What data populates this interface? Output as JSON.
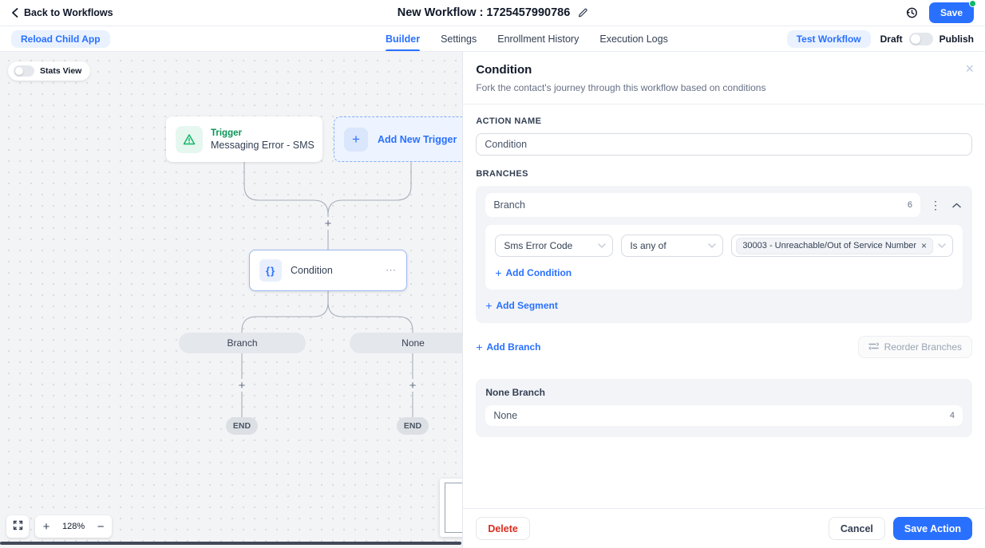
{
  "header": {
    "back_label": "Back to Workflows",
    "title": "New Workflow : 1725457990786",
    "save_label": "Save"
  },
  "toolbar": {
    "reload_label": "Reload Child App",
    "tabs": [
      {
        "label": "Builder",
        "active": true
      },
      {
        "label": "Settings",
        "active": false
      },
      {
        "label": "Enrollment History",
        "active": false
      },
      {
        "label": "Execution Logs",
        "active": false
      }
    ],
    "test_workflow_label": "Test Workflow",
    "draft_label": "Draft",
    "publish_label": "Publish"
  },
  "canvas": {
    "stats_view_label": "Stats View",
    "trigger": {
      "title": "Trigger",
      "subtitle": "Messaging Error - SMS"
    },
    "add_new_trigger_label": "Add New Trigger",
    "condition_node_label": "Condition",
    "branch_pill_label": "Branch",
    "none_pill_label": "None",
    "end_label": "END",
    "zoom_level": "128%"
  },
  "panel": {
    "title": "Condition",
    "subtitle": "Fork the contact's journey through this workflow based on conditions",
    "action_name_label": "ACTION NAME",
    "action_name_value": "Condition",
    "branches_label": "BRANCHES",
    "branch": {
      "name_value": "Branch",
      "char_count": "6",
      "condition": {
        "field": "Sms Error Code",
        "operator": "Is any of",
        "value_tag": "30003 - Unreachable/Out of Service Number"
      },
      "add_condition_label": "Add Condition",
      "add_segment_label": "Add Segment"
    },
    "add_branch_label": "Add Branch",
    "reorder_branches_label": "Reorder Branches",
    "none_branch": {
      "label": "None Branch",
      "value": "None",
      "char_count": "4"
    },
    "footer": {
      "delete_label": "Delete",
      "cancel_label": "Cancel",
      "save_label": "Save Action"
    }
  },
  "icons": {
    "plus": "+",
    "minus": "−",
    "close": "×",
    "kebab": "⋮",
    "ellipsis": "⋯",
    "braces": "{}"
  },
  "colors": {
    "primary_blue": "#2970ff",
    "success_green": "#12b76a",
    "trigger_green": "#079455",
    "danger_red": "#d92d20",
    "canvas_bg": "#f3f4f6",
    "container_gray": "#f2f4f7",
    "pill_gray": "#e4e7ec"
  }
}
